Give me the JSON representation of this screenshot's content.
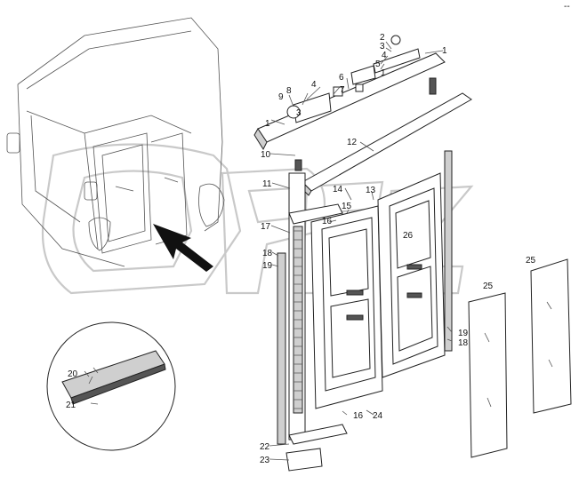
{
  "corner_mark": "--",
  "callouts": [
    {
      "id": "c1a",
      "text": "1"
    },
    {
      "id": "c2",
      "text": "2"
    },
    {
      "id": "c3",
      "text": "3"
    },
    {
      "id": "c4a",
      "text": "4"
    },
    {
      "id": "c5",
      "text": "5"
    },
    {
      "id": "c1b",
      "text": "1"
    },
    {
      "id": "c6",
      "text": "6"
    },
    {
      "id": "c7",
      "text": "7"
    },
    {
      "id": "c4b",
      "text": "4"
    },
    {
      "id": "c8",
      "text": "8"
    },
    {
      "id": "c9",
      "text": "9"
    },
    {
      "id": "c1c",
      "text": "1"
    },
    {
      "id": "c3b",
      "text": "3"
    },
    {
      "id": "c10",
      "text": "10"
    },
    {
      "id": "c12",
      "text": "12"
    },
    {
      "id": "c11",
      "text": "11"
    },
    {
      "id": "c14",
      "text": "14"
    },
    {
      "id": "c13",
      "text": "13"
    },
    {
      "id": "c15",
      "text": "15"
    },
    {
      "id": "c16a",
      "text": "16"
    },
    {
      "id": "c17",
      "text": "17"
    },
    {
      "id": "c26",
      "text": "26"
    },
    {
      "id": "c18a",
      "text": "18"
    },
    {
      "id": "c19a",
      "text": "19"
    },
    {
      "id": "c25a",
      "text": "25"
    },
    {
      "id": "c25b",
      "text": "25"
    },
    {
      "id": "c19b",
      "text": "19"
    },
    {
      "id": "c18b",
      "text": "18"
    },
    {
      "id": "c20",
      "text": "20"
    },
    {
      "id": "c21",
      "text": "21"
    },
    {
      "id": "c16b",
      "text": "16"
    },
    {
      "id": "c24",
      "text": "24"
    },
    {
      "id": "c22",
      "text": "22"
    },
    {
      "id": "c23",
      "text": "23"
    }
  ]
}
